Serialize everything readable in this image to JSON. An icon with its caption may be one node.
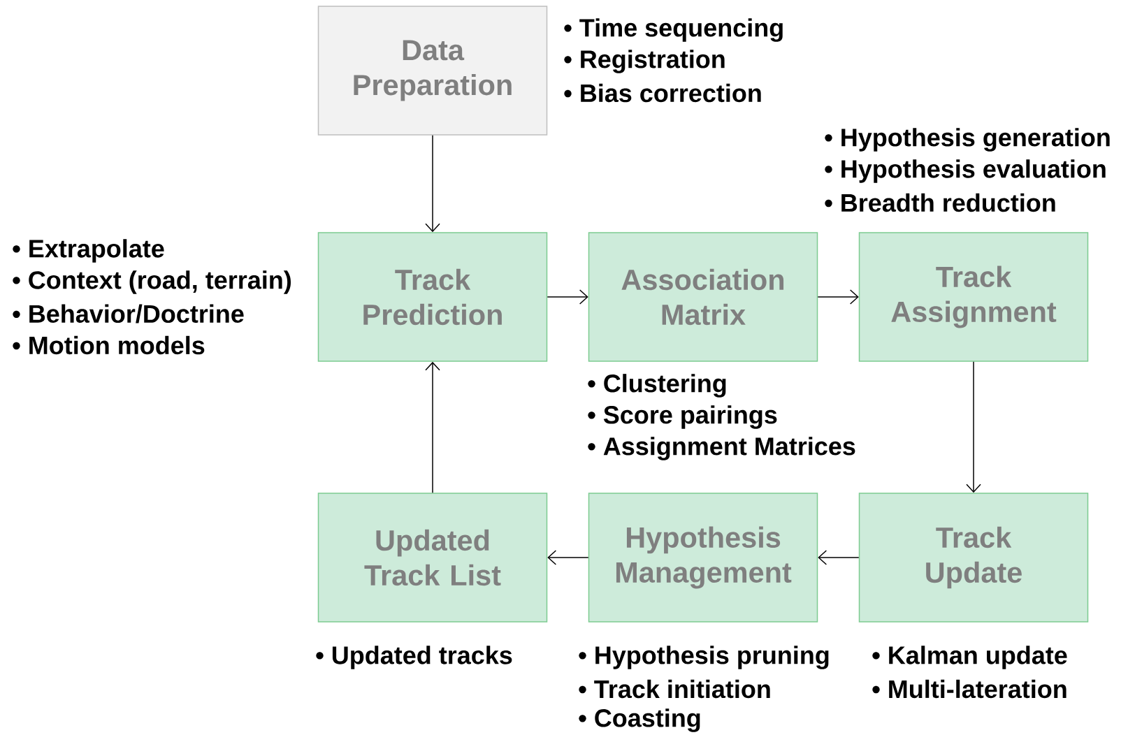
{
  "diagram": {
    "nodes": [
      {
        "text": [
          "Data Preparation"
        ],
        "beside": [
          "• Time sequencing",
          "• Registration",
          "• Bias correction"
        ]
      },
      {
        "text": [
          "Track Prediction"
        ],
        "beside": [
          "• Extrapolate",
          "• Context (road, terrain)",
          "• Behavior/Doctrine",
          "• Motion models"
        ]
      },
      {
        "text": [
          "Association Matrix"
        ],
        "beside": [
          "• Clustering",
          "• Score pairings",
          "• Assignment Matrices"
        ]
      },
      {
        "text": [
          "Track Assignment"
        ],
        "beside": [
          "• Hypothesis generation",
          "• Hypothesis evaluation",
          "• Breadth reduction"
        ]
      },
      {
        "text": [
          "Updated Track List"
        ],
        "beside": [
          "• Updated tracks"
        ]
      },
      {
        "text": [
          "Hypothesis Management"
        ],
        "beside": [
          "• Hypothesis pruning",
          "• Track initiation",
          "• Coasting"
        ]
      },
      {
        "text": [
          "Track Update"
        ],
        "beside": [
          "• Kalman update",
          "• Multi-lateration"
        ]
      }
    ],
    "edges": [
      {
        "from": 0,
        "to": 1,
        "arrow": "to"
      },
      {
        "from": 1,
        "to": 2,
        "arrow": "to"
      },
      {
        "from": 2,
        "to": 3,
        "arrow": "to"
      },
      {
        "from": 3,
        "to": 6,
        "arrow": "to"
      },
      {
        "from": 6,
        "to": 5,
        "arrow": "to"
      },
      {
        "from": 5,
        "to": 4,
        "arrow": "to"
      },
      {
        "from": 4,
        "to": 1,
        "arrow": "to"
      }
    ]
  }
}
